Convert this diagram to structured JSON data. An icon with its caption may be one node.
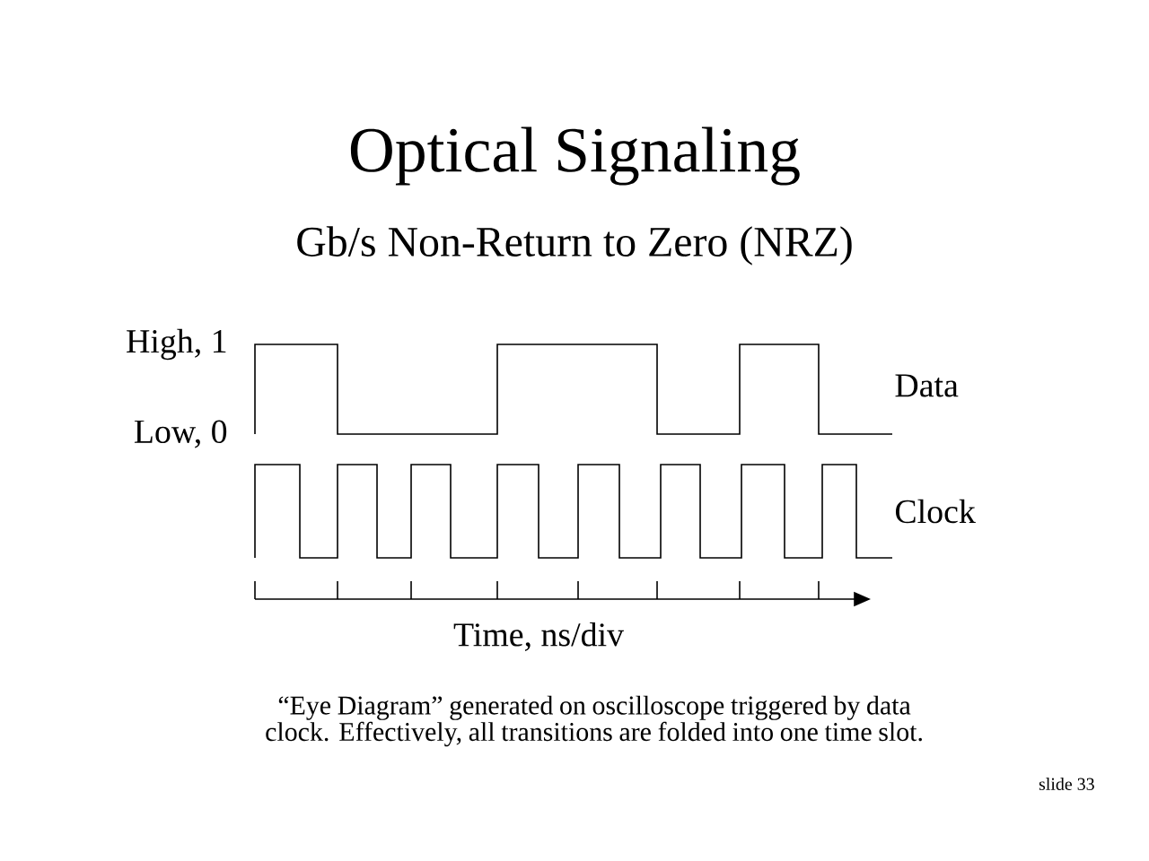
{
  "diagram": {
    "title": "Optical Signaling",
    "caption": "“Eye Diagram” generated on oscilloscope triggered by data clock. Effectively, all transitions are folded into one time slot.",
    "labels": [
      "Gb/s Non-Return to Zero (NRZ)",
      "High, 1",
      "Data",
      "Low, 0",
      "Clock",
      "Time, ns/div",
      "slide 33"
    ]
  }
}
